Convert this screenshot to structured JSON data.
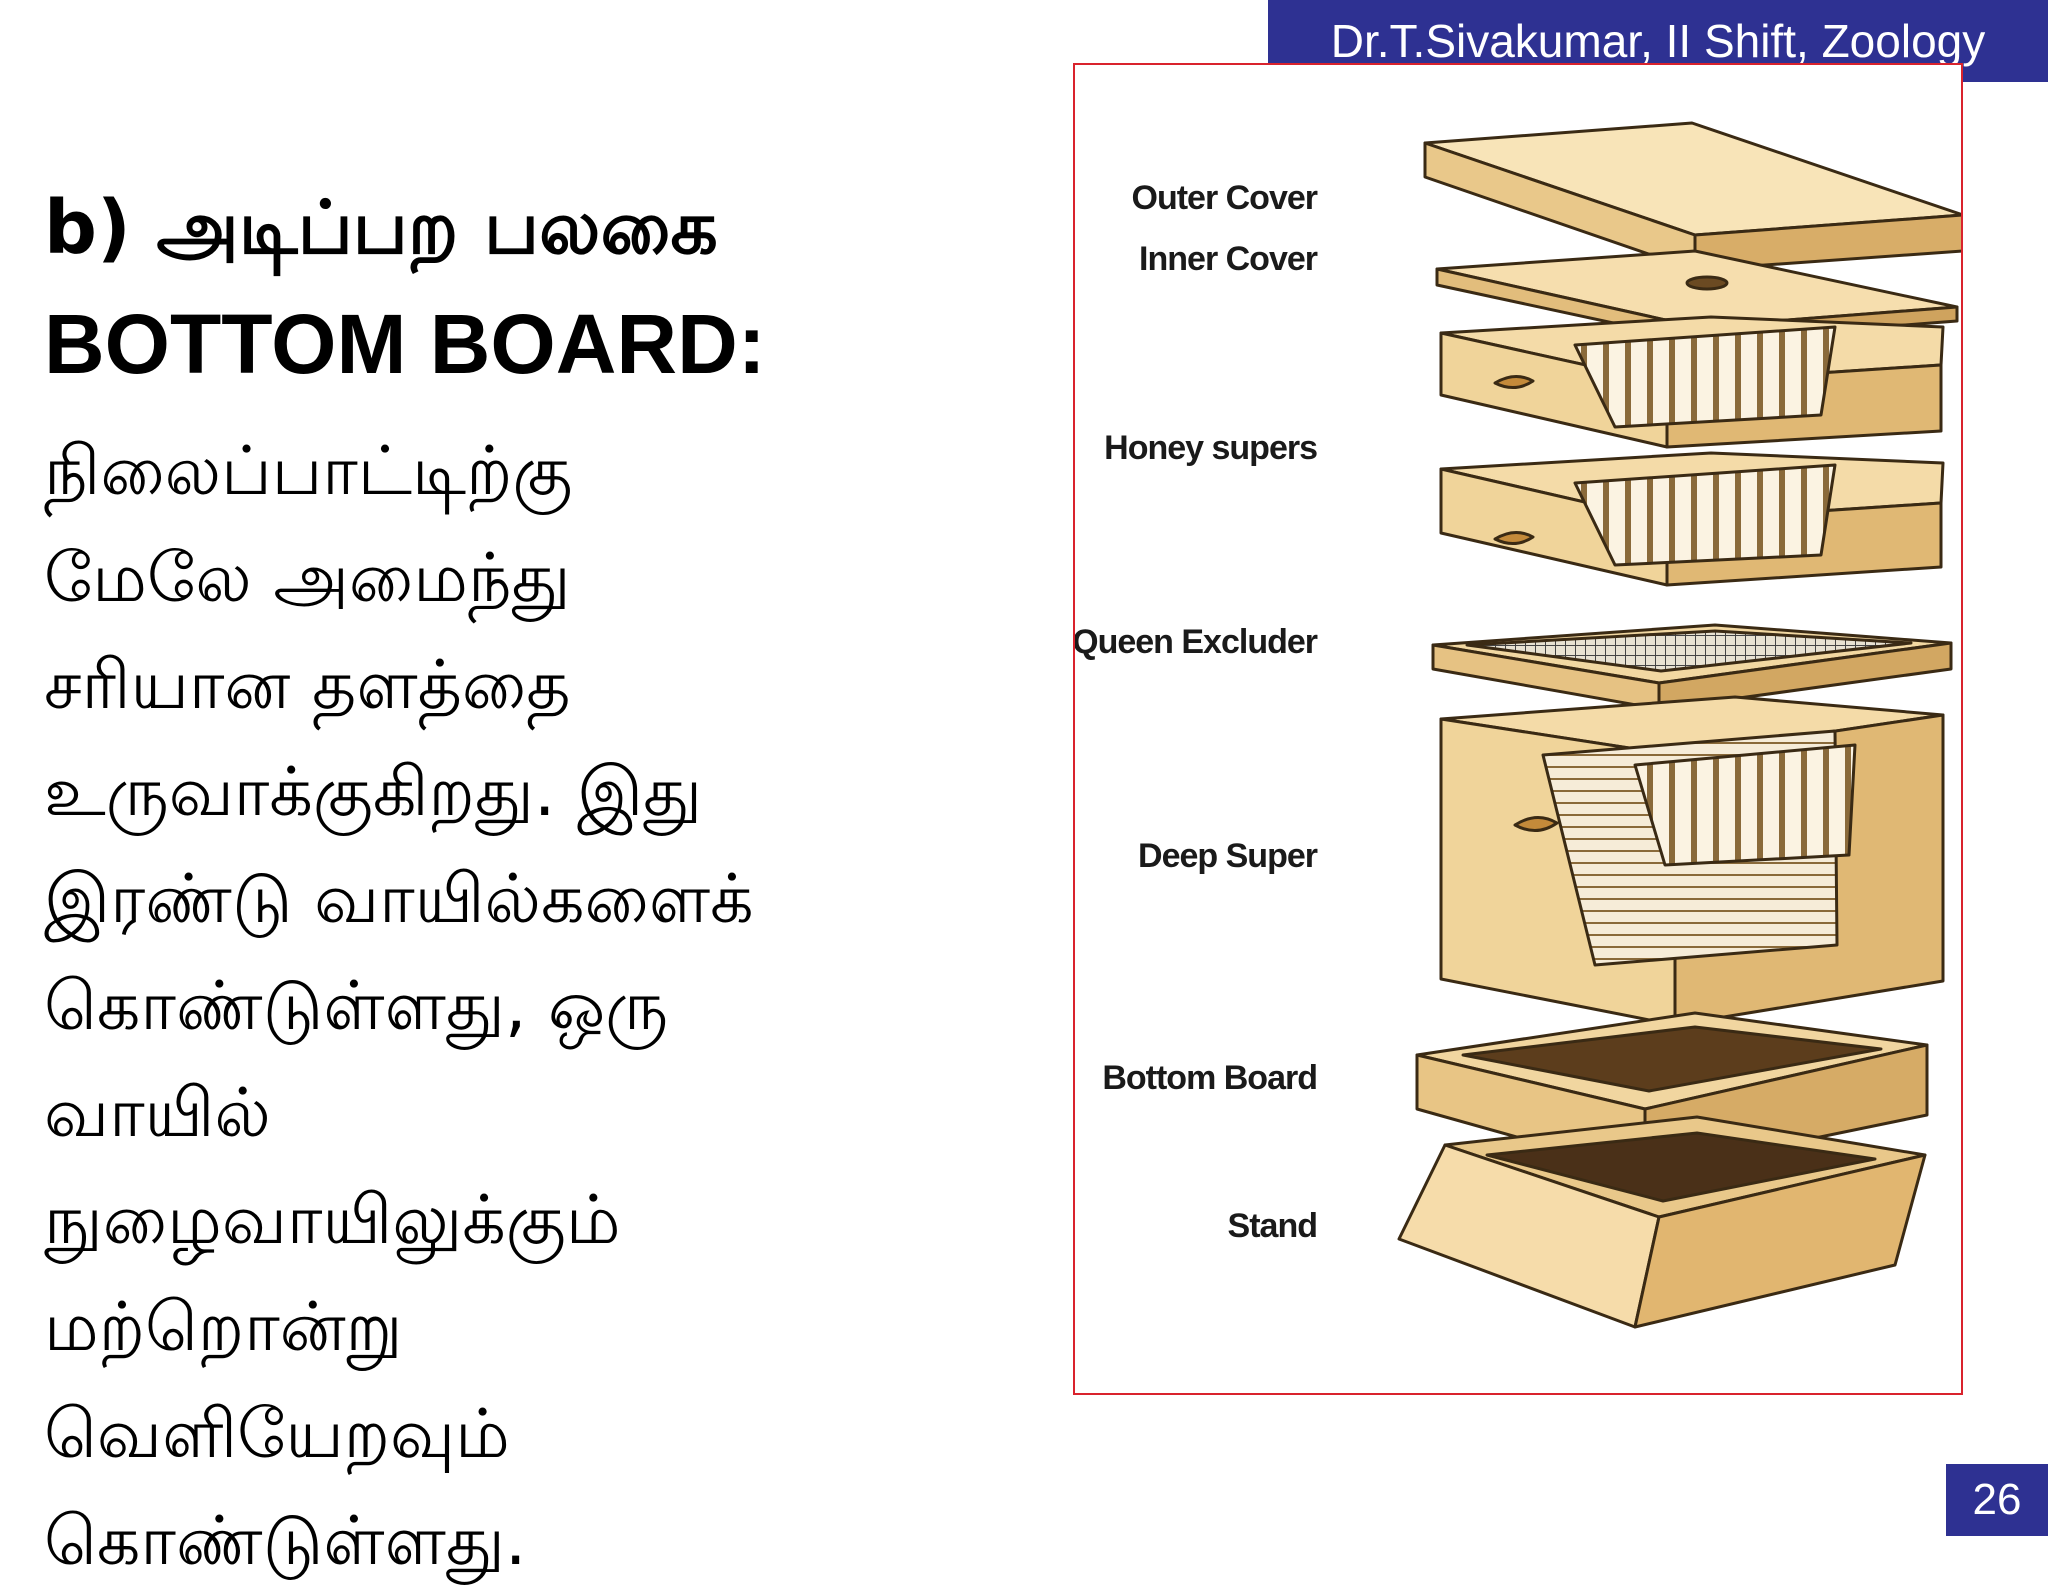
{
  "header": {
    "author": "Dr.T.Sivakumar, II Shift, Zoology"
  },
  "heading": {
    "line1": "b) அடிப்பற  பலகை",
    "line2": "BOTTOM  BOARD:"
  },
  "body": {
    "lines": [
      "நிலைப்பாட்டிற்கு",
      "மேலே அமைந்து",
      "சரியான தளத்தை",
      "உருவாக்குகிறது. இது",
      "இரண்டு வாயில்களைக்",
      "கொண்டுள்ளது, ஒரு",
      "வாயில்",
      "நுழைவாயிலுக்கும்",
      "மற்றொன்று",
      "வெளியேறவும்",
      "கொண்டுள்ளது."
    ]
  },
  "figure": {
    "labels": {
      "outer_cover": "Outer Cover",
      "inner_cover": "Inner Cover",
      "honey_supers": "Honey supers",
      "queen_excluder": "Queen Excluder",
      "deep_super": "Deep Super",
      "bottom_board": "Bottom Board",
      "stand": "Stand"
    },
    "colors": {
      "wood": "#f3d9a6",
      "wood_dark": "#d8ad68",
      "outline": "#3a2a14"
    }
  },
  "footer": {
    "page_number": "26"
  }
}
